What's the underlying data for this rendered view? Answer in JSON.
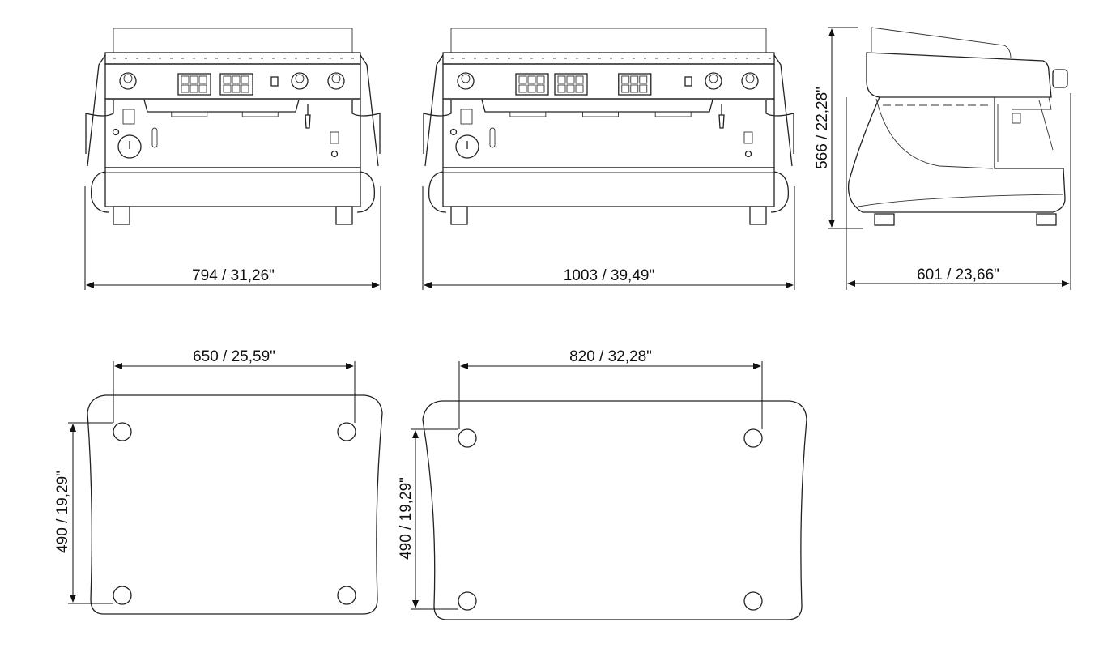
{
  "drawing": {
    "front_view_2group": {
      "width_label": "794 / 31,26\""
    },
    "front_view_3group": {
      "width_label": "1003 / 39,49\""
    },
    "side_view": {
      "depth_label": "601 / 23,66\"",
      "height_label": "566 / 22,28\""
    },
    "footprint_2group": {
      "feet_spacing_label": "650 / 25,59\"",
      "feet_depth_label": "490 / 19,29\""
    },
    "footprint_3group": {
      "feet_spacing_label": "820 / 32,28\"",
      "feet_depth_label": "490 / 19,29\""
    }
  },
  "colors": {
    "line": "#222222",
    "background": "#ffffff"
  }
}
